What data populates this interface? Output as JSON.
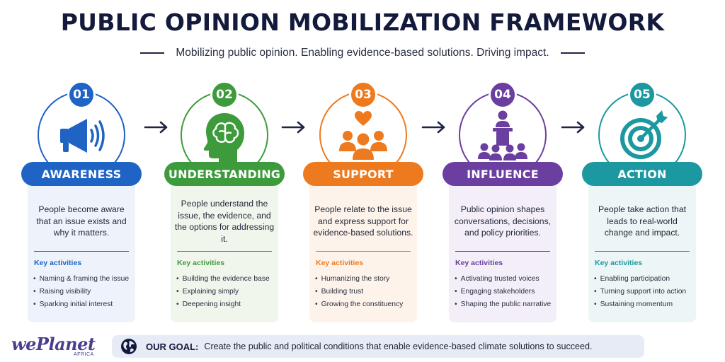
{
  "title": "PUBLIC OPINION MOBILIZATION FRAMEWORK",
  "subtitle": "Mobilizing public opinion. Enabling evidence-based solutions. Driving impact.",
  "key_activities_label": "Key activities",
  "colors": {
    "awareness": "#1f63c4",
    "understanding": "#3e9b3c",
    "support": "#ee7a1f",
    "influence": "#6a3fa0",
    "action": "#1c98a0",
    "navy": "#141a3c"
  },
  "steps": [
    {
      "number": "01",
      "name": "AWARENESS",
      "icon": "megaphone-icon",
      "description": "People become aware that an issue exists and why it matters.",
      "activities": [
        "Naming & framing the issue",
        "Raising visibility",
        "Sparking initial interest"
      ]
    },
    {
      "number": "02",
      "name": "UNDERSTANDING",
      "icon": "brain-head-icon",
      "description": "People understand the issue, the evidence, and the options for addressing it.",
      "activities": [
        "Building the evidence base",
        "Explaining simply",
        "Deepening insight"
      ]
    },
    {
      "number": "03",
      "name": "SUPPORT",
      "icon": "people-heart-icon",
      "description": "People relate to the issue and express support for evidence-based solutions.",
      "activities": [
        "Humanizing the story",
        "Building trust",
        "Growing the constituency"
      ]
    },
    {
      "number": "04",
      "name": "INFLUENCE",
      "icon": "speaker-podium-icon",
      "description": "Public opinion shapes conversations, decisions, and policy priorities.",
      "activities": [
        "Activating trusted voices",
        "Engaging stakeholders",
        "Shaping the public narrative"
      ]
    },
    {
      "number": "05",
      "name": "ACTION",
      "icon": "target-arrow-icon",
      "description": "People take action that leads to real-world change and impact.",
      "activities": [
        "Enabling participation",
        "Turning support into action",
        "Sustaining momentum"
      ]
    }
  ],
  "goal": {
    "label": "OUR GOAL:",
    "text": "Create the public and political conditions that enable evidence-based climate solutions to succeed.",
    "icon": "globe-icon"
  },
  "logo": {
    "name": "wePlanet",
    "sub": "AFRICA"
  }
}
